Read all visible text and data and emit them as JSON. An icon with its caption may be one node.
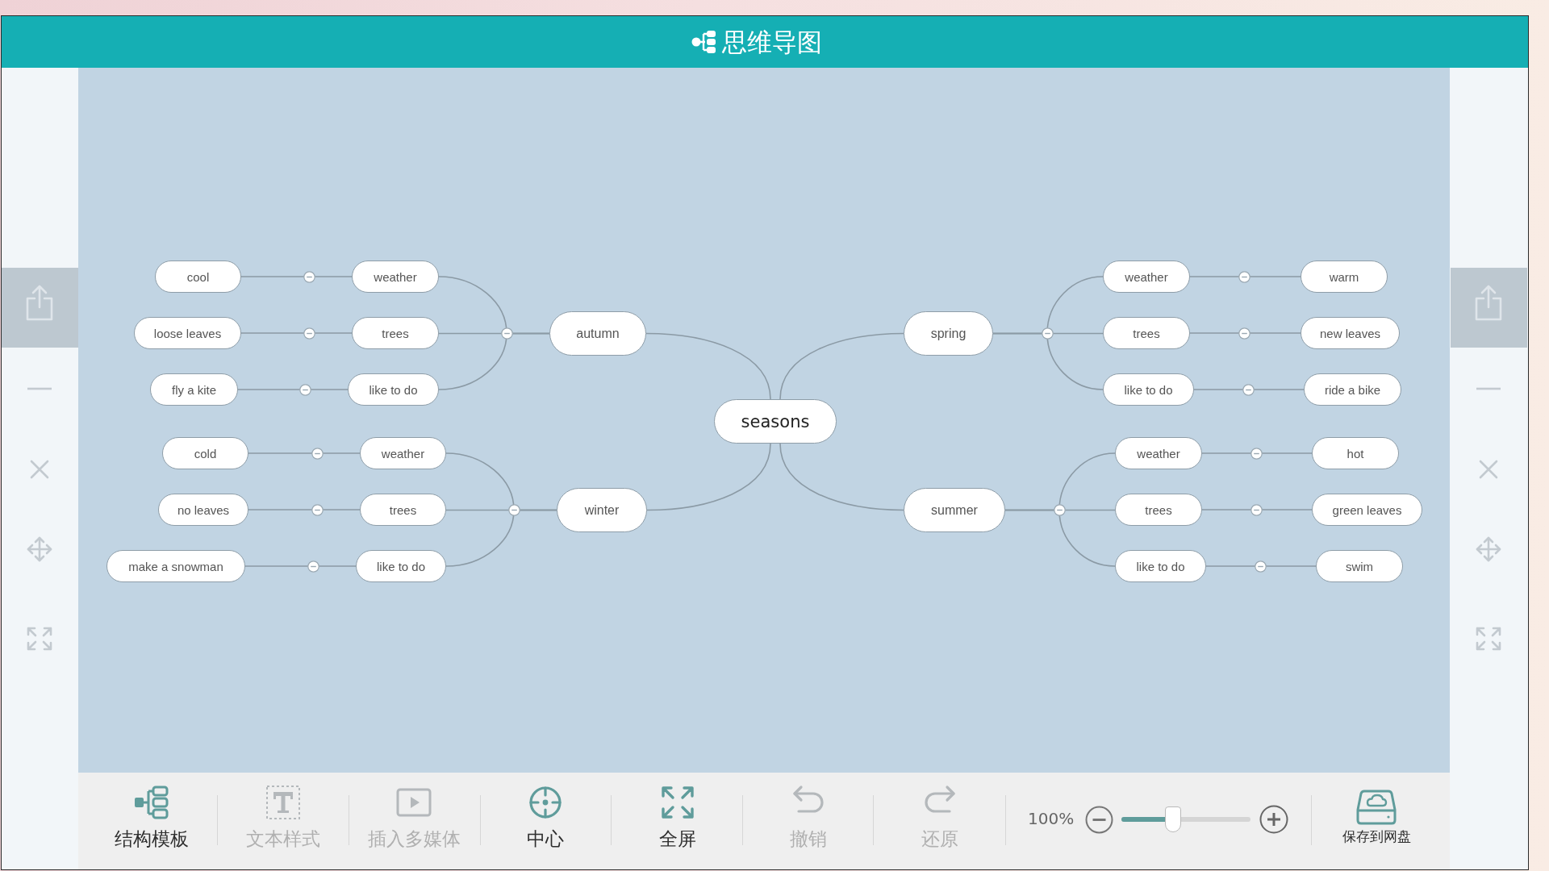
{
  "diagram": {
    "title": "思维导图",
    "nodes": [
      {
        "text": [
          "seasons"
        ]
      },
      {
        "text": [
          "autumn"
        ]
      },
      {
        "text": [
          "weather"
        ]
      },
      {
        "text": [
          "cool"
        ]
      },
      {
        "text": [
          "trees"
        ]
      },
      {
        "text": [
          "loose leaves"
        ]
      },
      {
        "text": [
          "like to do"
        ]
      },
      {
        "text": [
          "fly a kite"
        ]
      },
      {
        "text": [
          "winter"
        ]
      },
      {
        "text": [
          "weather"
        ]
      },
      {
        "text": [
          "cold"
        ]
      },
      {
        "text": [
          "trees"
        ]
      },
      {
        "text": [
          "no leaves"
        ]
      },
      {
        "text": [
          "like to do"
        ]
      },
      {
        "text": [
          "make a snowman"
        ]
      },
      {
        "text": [
          "spring"
        ]
      },
      {
        "text": [
          "weather"
        ]
      },
      {
        "text": [
          "warm"
        ]
      },
      {
        "text": [
          "trees"
        ]
      },
      {
        "text": [
          "new leaves"
        ]
      },
      {
        "text": [
          "like to do"
        ]
      },
      {
        "text": [
          "ride a bike"
        ]
      },
      {
        "text": [
          "summer"
        ]
      },
      {
        "text": [
          "weather"
        ]
      },
      {
        "text": [
          "hot"
        ]
      },
      {
        "text": [
          "trees"
        ]
      },
      {
        "text": [
          "green leaves"
        ]
      },
      {
        "text": [
          "like to do"
        ]
      },
      {
        "text": [
          "swim"
        ]
      }
    ],
    "edges": [
      {
        "from": 0,
        "to": 1,
        "arrow": "none"
      },
      {
        "from": 1,
        "to": 2,
        "arrow": "none"
      },
      {
        "from": 2,
        "to": 3,
        "arrow": "none"
      },
      {
        "from": 1,
        "to": 4,
        "arrow": "none"
      },
      {
        "from": 4,
        "to": 5,
        "arrow": "none"
      },
      {
        "from": 1,
        "to": 6,
        "arrow": "none"
      },
      {
        "from": 6,
        "to": 7,
        "arrow": "none"
      },
      {
        "from": 0,
        "to": 8,
        "arrow": "none"
      },
      {
        "from": 8,
        "to": 9,
        "arrow": "none"
      },
      {
        "from": 9,
        "to": 10,
        "arrow": "none"
      },
      {
        "from": 8,
        "to": 11,
        "arrow": "none"
      },
      {
        "from": 11,
        "to": 12,
        "arrow": "none"
      },
      {
        "from": 8,
        "to": 13,
        "arrow": "none"
      },
      {
        "from": 13,
        "to": 14,
        "arrow": "none"
      },
      {
        "from": 0,
        "to": 15,
        "arrow": "none"
      },
      {
        "from": 15,
        "to": 16,
        "arrow": "none"
      },
      {
        "from": 16,
        "to": 17,
        "arrow": "none"
      },
      {
        "from": 15,
        "to": 18,
        "arrow": "none"
      },
      {
        "from": 18,
        "to": 19,
        "arrow": "none"
      },
      {
        "from": 15,
        "to": 20,
        "arrow": "none"
      },
      {
        "from": 20,
        "to": 21,
        "arrow": "none"
      },
      {
        "from": 0,
        "to": 22,
        "arrow": "none"
      },
      {
        "from": 22,
        "to": 23,
        "arrow": "none"
      },
      {
        "from": 23,
        "to": 24,
        "arrow": "none"
      },
      {
        "from": 22,
        "to": 25,
        "arrow": "none"
      },
      {
        "from": 25,
        "to": 26,
        "arrow": "none"
      },
      {
        "from": 22,
        "to": 27,
        "arrow": "none"
      },
      {
        "from": 27,
        "to": 28,
        "arrow": "none"
      }
    ],
    "labels": [
      "结构模板",
      "文本样式",
      "插入多媒体",
      "中心",
      "全屏",
      "撤销",
      "还原",
      "100%",
      "保存到网盘"
    ]
  }
}
